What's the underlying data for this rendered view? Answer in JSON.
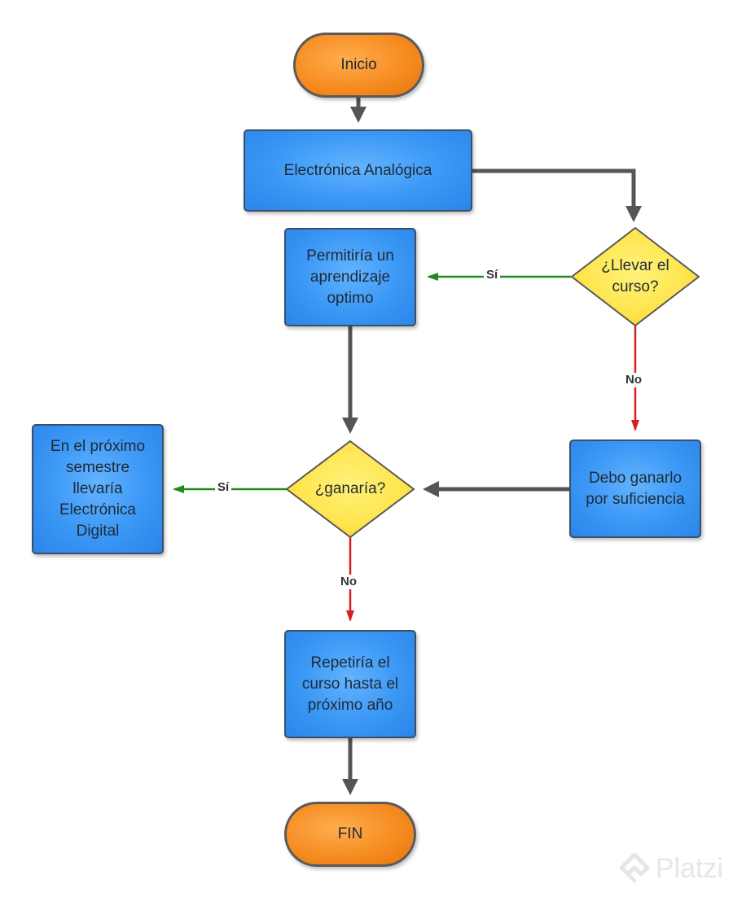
{
  "nodes": {
    "inicio": "Inicio",
    "electronica_analogica": "Electrónica Analógica",
    "llevar_curso": "¿Llevar el curso?",
    "aprendizaje_optimo": "Permitiría un aprendizaje optimo",
    "ganaria": "¿ganaría?",
    "proximo_semestre": "En el próximo semestre llevaría Electrónica Digital",
    "suficiencia": "Debo ganarlo por suficiencia",
    "repetiria": "Repetiría el curso hasta el próximo año",
    "fin": "FIN"
  },
  "edge_labels": {
    "llevar_si": "Sí",
    "llevar_no": "No",
    "ganaria_si": "Sí",
    "ganaria_no": "No"
  },
  "colors": {
    "terminal": "#f58a1f",
    "process": "#3a97f5",
    "decision": "#ffe44d",
    "flow": "#555555",
    "yes": "#1f8a1f",
    "no": "#d42020"
  },
  "watermark": "Platzi"
}
